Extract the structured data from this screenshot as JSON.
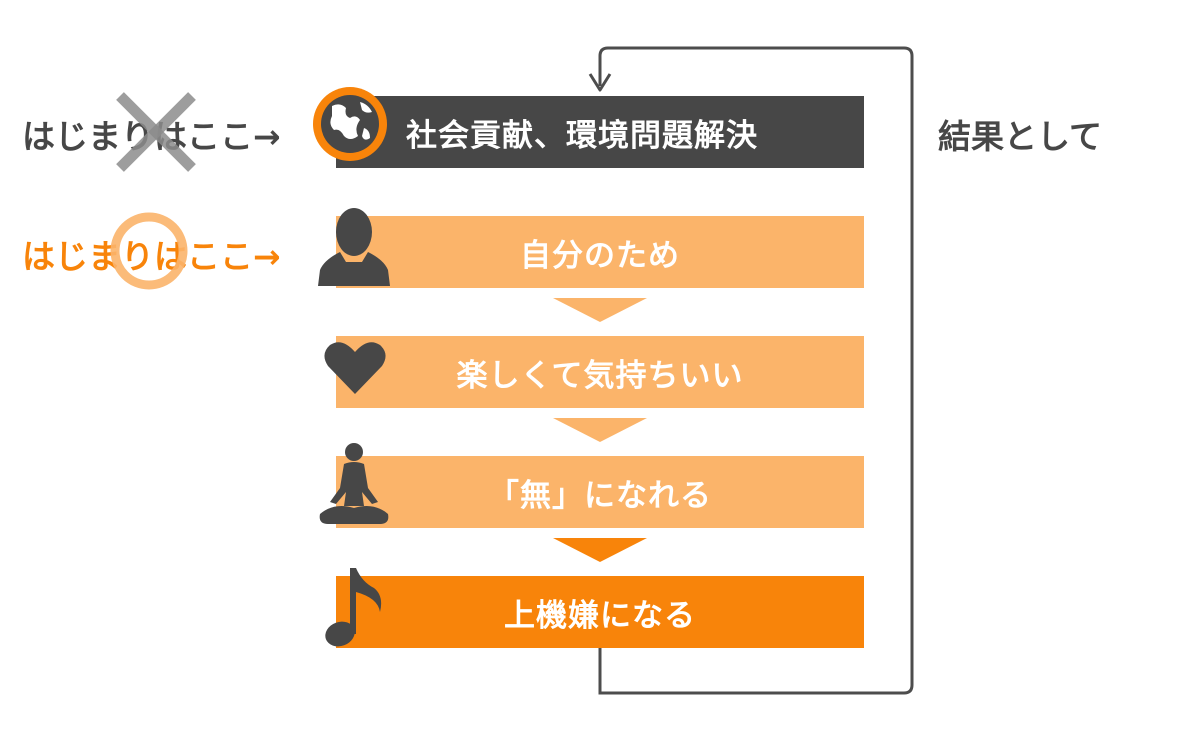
{
  "left_labels": {
    "crossed": "はじまりはここ→",
    "circled": "はじまりはここ→"
  },
  "right_label": "結果として",
  "steps": [
    {
      "label": "社会貢献、環境問題解決",
      "icon": "globe-icon"
    },
    {
      "label": "自分のため",
      "icon": "person-silhouette-icon"
    },
    {
      "label": "楽しくて気持ちいい",
      "icon": "heart-icon"
    },
    {
      "label": "「無」になれる",
      "icon": "meditation-icon"
    },
    {
      "label": "上機嫌になる",
      "icon": "music-note-icon"
    }
  ],
  "colors": {
    "top_bar": "#474747",
    "light_orange": "#fbb46a",
    "orange": "#f8840a",
    "gray_text": "#474747",
    "loop_line": "#4d4d4d"
  }
}
